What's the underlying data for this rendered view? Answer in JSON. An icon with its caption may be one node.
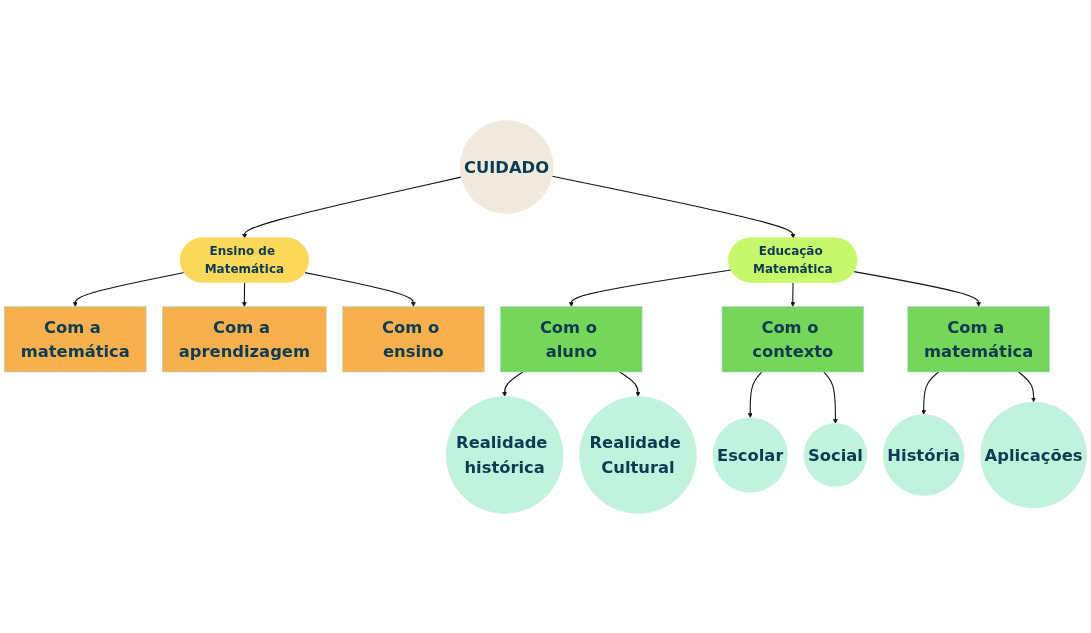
{
  "diagram": {
    "nodes": [
      {
        "text": [
          "CUIDADO"
        ]
      },
      {
        "text": [
          "Ensino de Matemática"
        ]
      },
      {
        "text": [
          "Educação Matemática"
        ]
      },
      {
        "text": [
          "Com a matemática"
        ]
      },
      {
        "text": [
          "Com a aprendizagem"
        ]
      },
      {
        "text": [
          "Com o ensino"
        ]
      },
      {
        "text": [
          "Com o aluno"
        ]
      },
      {
        "text": [
          "Com o contexto"
        ]
      },
      {
        "text": [
          "Com a matemática"
        ]
      },
      {
        "text": [
          "Realidade histórica"
        ]
      },
      {
        "text": [
          "Realidade Cultural"
        ]
      },
      {
        "text": [
          "Escolar"
        ]
      },
      {
        "text": [
          "Social"
        ]
      },
      {
        "text": [
          "História"
        ]
      },
      {
        "text": [
          "Aplicações"
        ]
      }
    ],
    "edges": [
      {
        "from": 0,
        "to": 1,
        "arrow": "to"
      },
      {
        "from": 0,
        "to": 2,
        "arrow": "to"
      },
      {
        "from": 1,
        "to": 3,
        "arrow": "to"
      },
      {
        "from": 1,
        "to": 4,
        "arrow": "to"
      },
      {
        "from": 1,
        "to": 5,
        "arrow": "to"
      },
      {
        "from": 2,
        "to": 6,
        "arrow": "to"
      },
      {
        "from": 2,
        "to": 7,
        "arrow": "to"
      },
      {
        "from": 2,
        "to": 8,
        "arrow": "to"
      },
      {
        "from": 6,
        "to": 9,
        "arrow": "to"
      },
      {
        "from": 6,
        "to": 10,
        "arrow": "to"
      },
      {
        "from": 7,
        "to": 11,
        "arrow": "to"
      },
      {
        "from": 7,
        "to": 12,
        "arrow": "to"
      },
      {
        "from": 8,
        "to": 13,
        "arrow": "to"
      },
      {
        "from": 8,
        "to": 14,
        "arrow": "to"
      }
    ]
  }
}
